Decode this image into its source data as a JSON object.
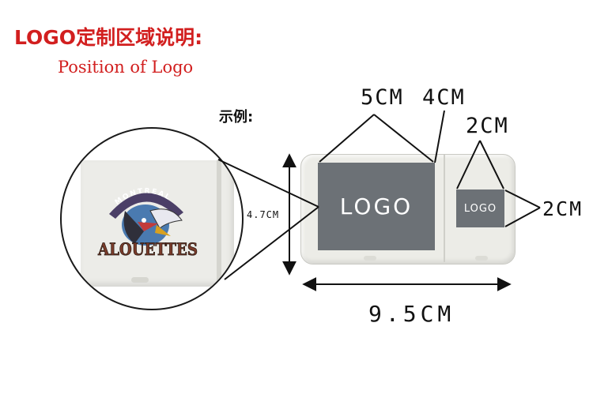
{
  "header": {
    "title_cn": "LOGO定制区域说明:",
    "title_en": "Position of Logo"
  },
  "example_label": "示例:",
  "dimensions": {
    "width_large": "5CM",
    "width_medium": "4CM",
    "width_small": "2CM",
    "height_small": "2CM",
    "height_device": "4.7CM",
    "length_device": "9.5CM"
  },
  "logo_areas": {
    "large_label": "LOGO",
    "small_label": "LOGO",
    "fill_color": "#6c7176"
  },
  "sample_logo": {
    "arc_text": "MONTREAL",
    "word_text": "ALOUETTES"
  },
  "colors": {
    "title": "#d21f1f",
    "device": "#ecece7",
    "line": "#111111"
  }
}
